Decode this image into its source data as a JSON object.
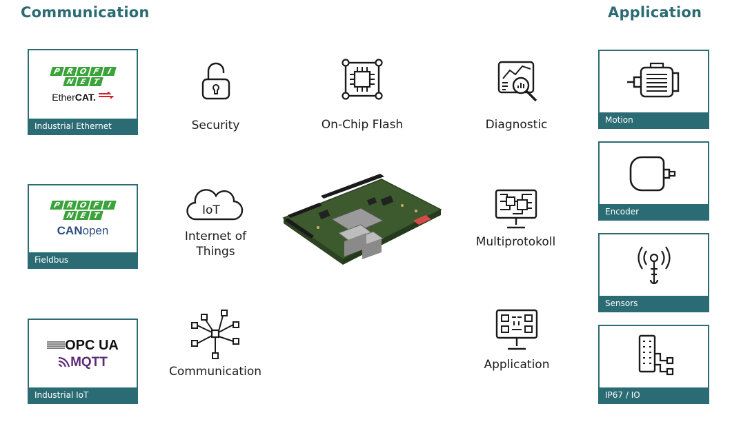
{
  "headings": {
    "left": "Communication",
    "right": "Application"
  },
  "left_cards": [
    {
      "caption": "Industrial Ethernet",
      "logo1_letters": [
        "P",
        "R",
        "O",
        "F",
        "I"
      ],
      "logo1_letters2": [
        "N",
        "E",
        "T"
      ],
      "logo2_a": "Ether",
      "logo2_b": "CAT."
    },
    {
      "caption": "Fieldbus",
      "logo1_letters": [
        "P",
        "R",
        "O",
        "F",
        "I"
      ],
      "logo1_letters2": [
        "N",
        "E",
        "T"
      ],
      "logo2_a": "CAN",
      "logo2_b": "open"
    },
    {
      "caption": "Industrial IoT",
      "logo1": "OPC UA",
      "logo2": "MQTT"
    }
  ],
  "features": [
    {
      "label": "Security",
      "icon": "open-lock-icon"
    },
    {
      "label": "On-Chip  Flash",
      "icon": "chip-icon"
    },
    {
      "label": "Diagnostic",
      "icon": "diagnostic-magnifier-icon"
    },
    {
      "label": "Internet of",
      "label2": "Things",
      "icon": "iot-cloud-icon",
      "icon_text": "IoT"
    },
    {
      "label": "Multiprotokoll",
      "icon": "monitor-circuit-icon"
    },
    {
      "label": "Communication",
      "icon": "network-hub-icon"
    },
    {
      "label": "Application",
      "icon": "monitor-app-icon"
    }
  ],
  "right_cards": [
    {
      "caption": "Motion",
      "icon": "motor-icon"
    },
    {
      "caption": "Encoder",
      "icon": "encoder-icon"
    },
    {
      "caption": "Sensors",
      "icon": "sensor-icon"
    },
    {
      "caption": "IP67 / IO",
      "icon": "io-module-icon"
    }
  ],
  "colors": {
    "accent": "#2b6b73",
    "profinet_green": "#3aa33a",
    "ethercat_red": "#d0202a",
    "canopen_blue": "#2b4c82",
    "mqtt_purple": "#5a2a73",
    "pcb_green": "#3d5a2e"
  }
}
